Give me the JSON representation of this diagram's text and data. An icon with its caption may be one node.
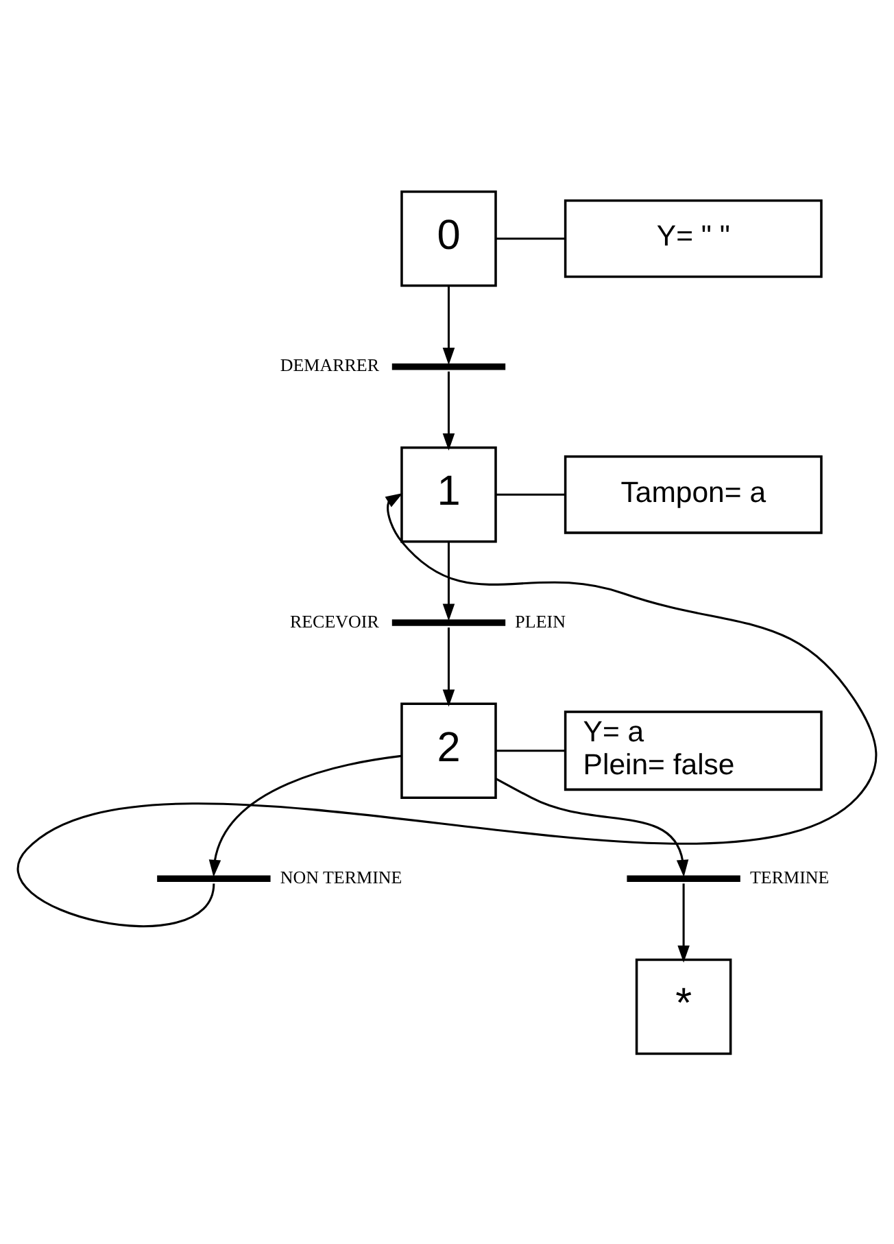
{
  "diagram": {
    "nodes": [
      {
        "text": [
          "0"
        ]
      },
      {
        "text": [
          "Y= \" \""
        ]
      },
      {
        "text": [],
        "shape": "bar",
        "beside": [
          "DEMARRER"
        ]
      },
      {
        "text": [
          "1"
        ]
      },
      {
        "text": [
          "Tampon= a"
        ]
      },
      {
        "text": [],
        "shape": "bar",
        "beside": [
          "RECEVOIR",
          "PLEIN"
        ]
      },
      {
        "text": [
          "2"
        ]
      },
      {
        "text": [
          "Y= a",
          "Plein= false"
        ]
      },
      {
        "text": [],
        "shape": "bar",
        "beside": [
          "NON TERMINE"
        ]
      },
      {
        "text": [],
        "shape": "bar",
        "beside": [
          "TERMINE"
        ]
      },
      {
        "text": [
          "*"
        ]
      }
    ],
    "edges": [
      {
        "from": 0,
        "to": 1,
        "arrow": "none"
      },
      {
        "from": 0,
        "to": 2,
        "arrow": "to"
      },
      {
        "from": 2,
        "to": 3,
        "arrow": "to"
      },
      {
        "from": 3,
        "to": 4,
        "arrow": "none"
      },
      {
        "from": 3,
        "to": 5,
        "arrow": "to"
      },
      {
        "from": 5,
        "to": 6,
        "arrow": "to"
      },
      {
        "from": 6,
        "to": 7,
        "arrow": "none"
      },
      {
        "from": 6,
        "to": 8,
        "arrow": "to"
      },
      {
        "from": 6,
        "to": 9,
        "arrow": "to"
      },
      {
        "from": 9,
        "to": 10,
        "arrow": "to"
      },
      {
        "from": 8,
        "to": 3,
        "arrow": "to"
      }
    ]
  }
}
